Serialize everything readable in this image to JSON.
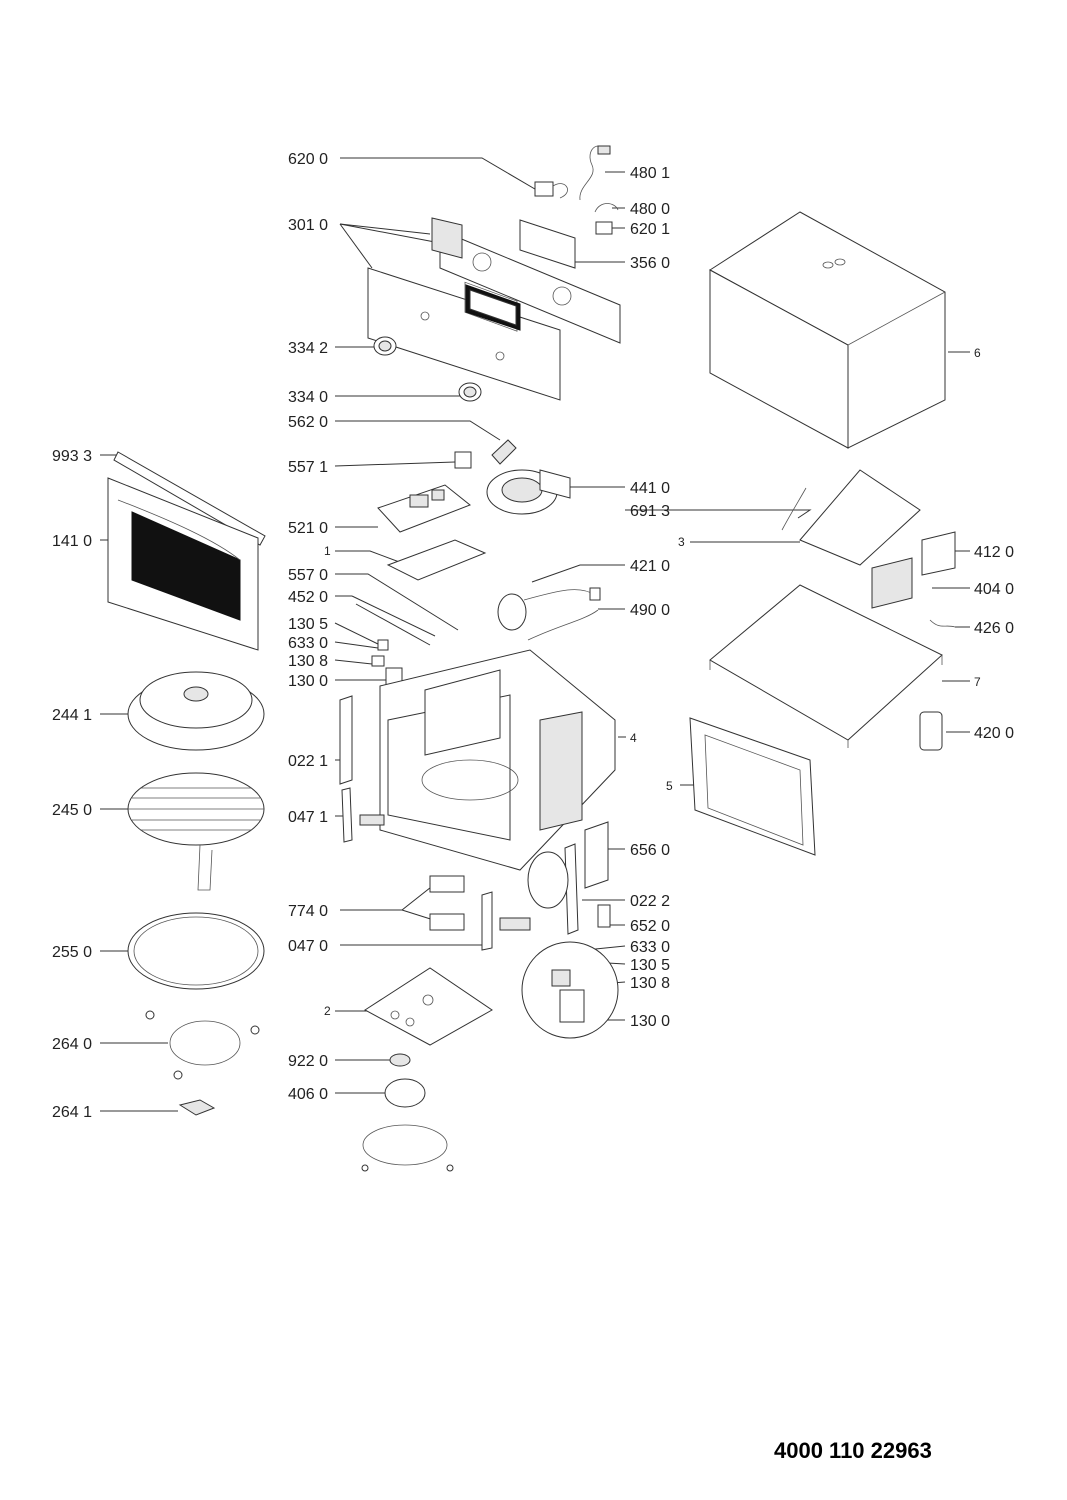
{
  "drawing_number": "4000 110 22963",
  "labels": {
    "l620_0": "620 0",
    "l480_1": "480 1",
    "l480_0": "480 0",
    "l620_1": "620 1",
    "l301_0": "301 0",
    "l356_0": "356 0",
    "l6": "6",
    "l334_2": "334 2",
    "l334_0": "334 0",
    "l562_0": "562 0",
    "l993_3": "993 3",
    "l557_1": "557 1",
    "l441_0": "441 0",
    "l691_3": "691 3",
    "l141_0": "141 0",
    "l521_0": "521 0",
    "l3": "3",
    "l412_0": "412 0",
    "l1": "1",
    "l421_0": "421 0",
    "l557_0": "557 0",
    "l404_0": "404 0",
    "l452_0": "452 0",
    "l490_0": "490 0",
    "l130_5a": "130 5",
    "l426_0": "426 0",
    "l633_0a": "633 0",
    "l130_8a": "130 8",
    "l130_0a": "130 0",
    "l7": "7",
    "l244_1": "244 1",
    "l4": "4",
    "l420_0": "420 0",
    "l022_1": "022 1",
    "l5": "5",
    "l245_0": "245 0",
    "l047_1": "047 1",
    "l656_0": "656 0",
    "l022_2": "022 2",
    "l774_0": "774 0",
    "l652_0": "652 0",
    "l047_0": "047 0",
    "l633_0b": "633 0",
    "l255_0": "255 0",
    "l130_5b": "130 5",
    "l130_8b": "130 8",
    "l2": "2",
    "l130_0b": "130 0",
    "l264_0": "264 0",
    "l922_0": "922 0",
    "l406_0": "406 0",
    "l264_1": "264 1"
  }
}
